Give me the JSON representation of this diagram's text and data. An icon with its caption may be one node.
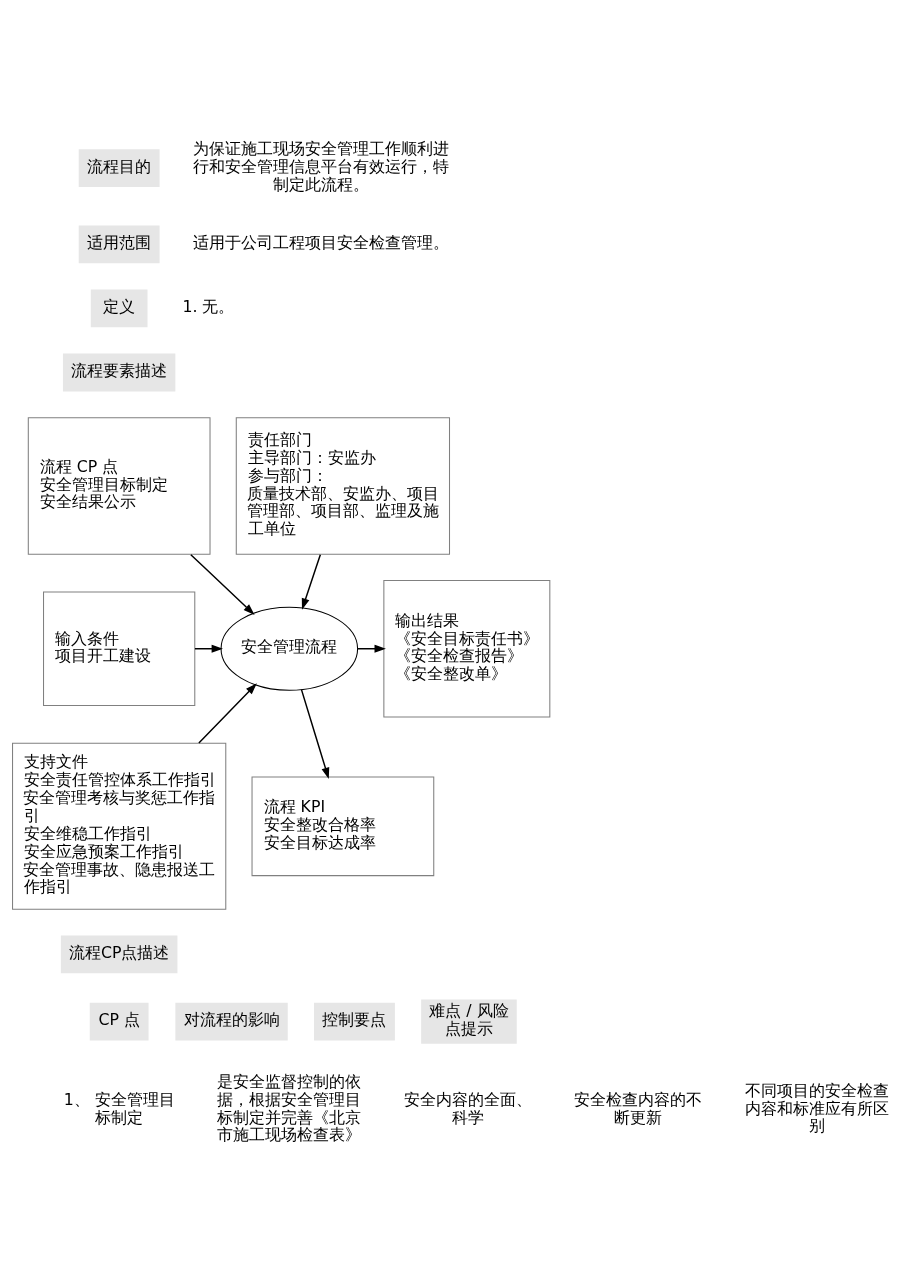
{
  "diagram": {
    "nodes": [
      {
        "text": [
          "流程 CP 点",
          "安全管理目标制定",
          "安全结果公示"
        ]
      },
      {
        "text": [
          "责任部门",
          "主导部门：安监办",
          "参与部门：",
          "质量技术部、安监办、项目管理部、项目部、监理及施工单位"
        ]
      },
      {
        "text": [
          "输入条件",
          "项目开工建设"
        ]
      },
      {
        "text": [
          "安全管理流程"
        ]
      },
      {
        "text": [
          "输出结果",
          "《安全目标责任书》",
          "《安全检查报告》",
          "《安全整改单》"
        ]
      },
      {
        "text": [
          "支持文件",
          "安全责任管控体系工作指引",
          "安全管理考核与奖惩工作指引",
          "安全维稳工作指引",
          "安全应急预案工作指引",
          "安全管理事故、隐患报送工作指引"
        ]
      },
      {
        "text": [
          "流程 KPI",
          "安全整改合格率",
          "安全目标达成率"
        ]
      }
    ],
    "edges": [
      {
        "from": 0,
        "to": 3,
        "arrow": "to"
      },
      {
        "from": 1,
        "to": 3,
        "arrow": "to"
      },
      {
        "from": 2,
        "to": 3,
        "arrow": "to"
      },
      {
        "from": 5,
        "to": 3,
        "arrow": "to"
      },
      {
        "from": 3,
        "to": 4,
        "arrow": "to"
      },
      {
        "from": 3,
        "to": 6,
        "arrow": "to"
      }
    ],
    "labels": [
      "流程目的",
      "为保证施工现场安全管理工作顺利进行和安全管理信息平台有效运行，特制定此流程。",
      "适用范围",
      "适用于公司工程项目安全检查管理。",
      "定义",
      "1. 无。",
      "流程要素描述",
      "流程CP点描述",
      "CP 点",
      "对流程的影响",
      "控制要点",
      "难点 / 风险点提示",
      "1、 安全管理目标制定",
      "是安全监督控制的依据，根据安全管理目标制定并完善《北京市施工现场检查表》",
      "安全内容的全面、科学",
      "安全检查内容的不断更新",
      "不同项目的安全检查内容和标准应有所区别"
    ]
  }
}
